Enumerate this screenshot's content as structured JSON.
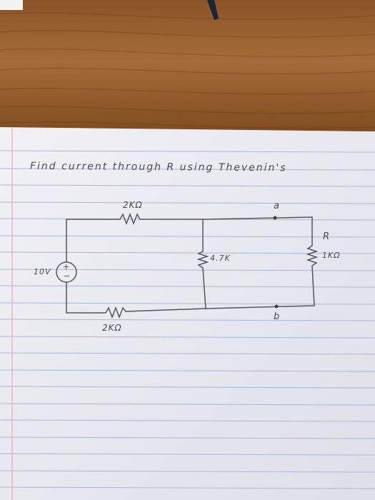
{
  "problem": {
    "instruction": "Find current through R using Thevenin's"
  },
  "circuit": {
    "source_label": "10V",
    "source_plus": "+",
    "source_minus": "−",
    "top_resistor_label": "2KΩ",
    "bottom_resistor_label": "2KΩ",
    "middle_resistor_label": "4.7K",
    "load_resistor_name": "R",
    "load_resistor_value": "1KΩ",
    "node_a": "a",
    "node_b": "b"
  },
  "colors": {
    "wood_dark": "#7a4a22",
    "wood_light": "#a9733f",
    "paper": "#eeeef4",
    "rule_line": "#a9b8d6",
    "margin_line": "#e3a0a8",
    "pencil": "#4a4a52"
  }
}
